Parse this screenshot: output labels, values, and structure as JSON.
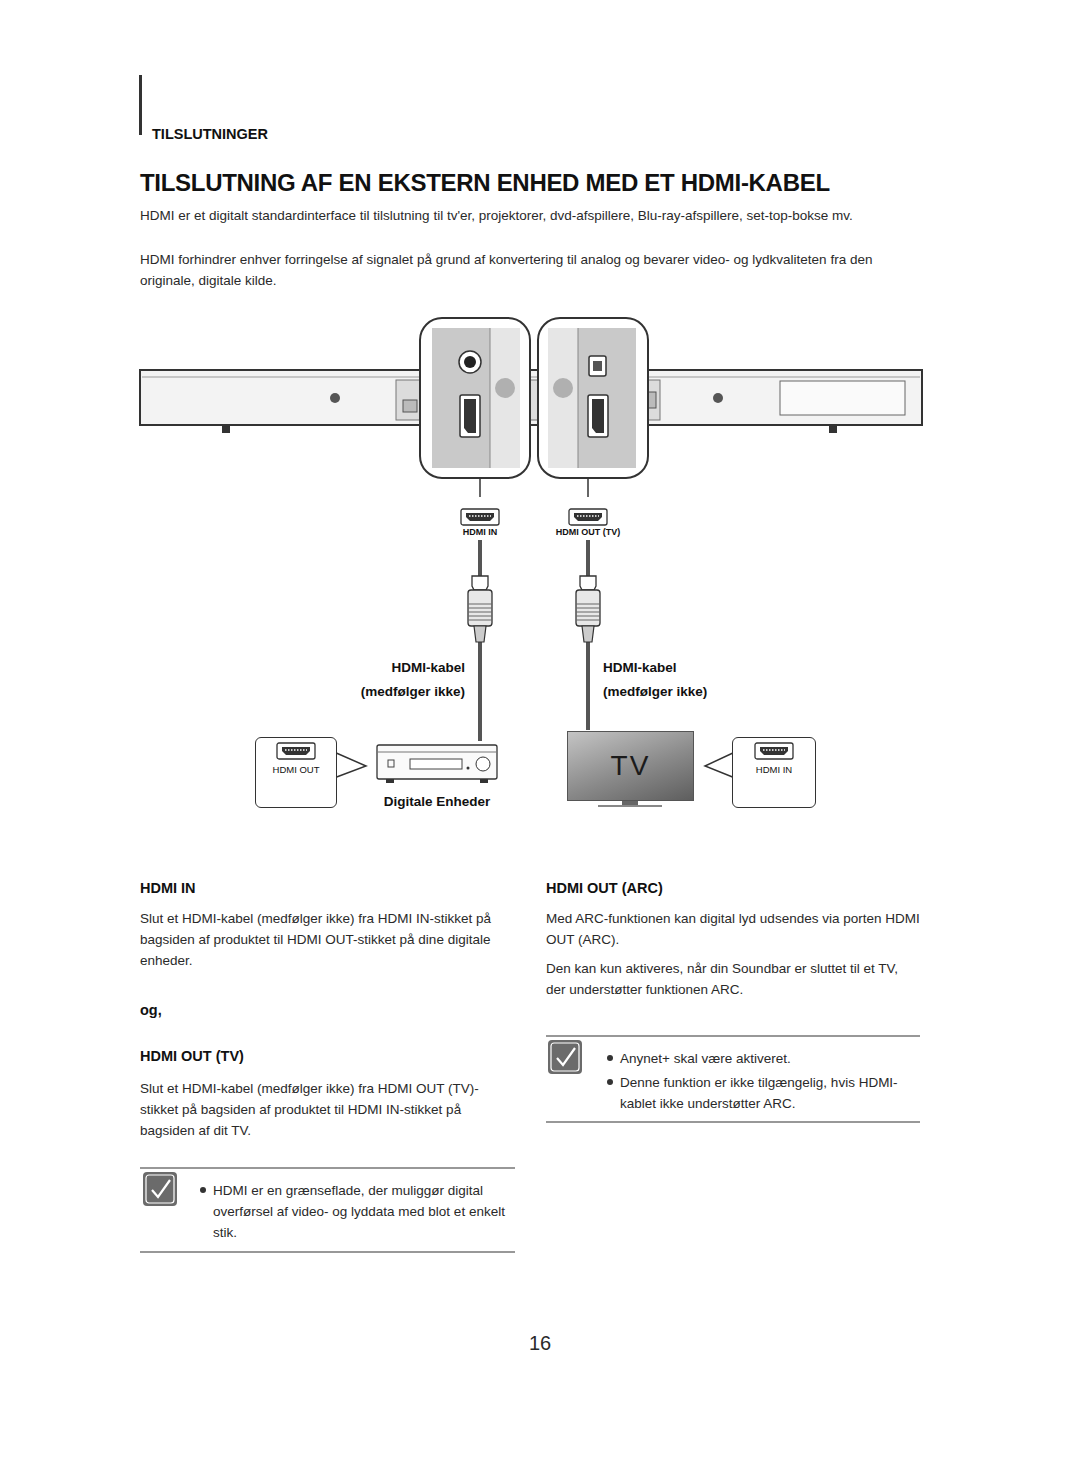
{
  "diagram": {
    "title": "TILSLUTNING AF EN EKSTERN ENHED MED ET HDMI-KABEL",
    "nodes": [
      {
        "text": [
          "HDMI IN"
        ]
      },
      {
        "text": [
          "HDMI OUT (TV)"
        ]
      },
      {
        "text": [
          "HDMI OUT"
        ]
      },
      {
        "text": [
          "Digitale Enheder"
        ]
      },
      {
        "text": [
          "TV"
        ]
      },
      {
        "text": [
          "HDMI IN"
        ]
      }
    ],
    "edges": [
      {
        "from": 0,
        "to": 3,
        "label": "HDMI-kabel (medfølger ikke)",
        "arrow": "none"
      },
      {
        "from": 1,
        "to": 4,
        "label": "HDMI-kabel (medfølger ikke)",
        "arrow": "none"
      }
    ],
    "labels": [
      "TILSLUTNINGER",
      "HDMI er et digitalt standardinterface til tilslutning til tv'er, projektorer, dvd-afspillere, Blu-ray-afspillere, set-top-bokse mv.",
      "HDMI forhindrer enhver forringelse af signalet på grund af konvertering til analog og bevarer video- og lydkvaliteten fra den originale, digitale kilde.",
      "HDMI IN",
      "Slut et HDMI-kabel (medfølger ikke) fra HDMI IN-stikket på bagsiden af produktet til HDMI OUT-stikket på dine digitale enheder.",
      "og,",
      "HDMI OUT (TV)",
      "Slut et HDMI-kabel (medfølger ikke) fra HDMI OUT (TV)-stikket på bagsiden af produktet til HDMI IN-stikket på bagsiden af dit TV.",
      "HDMI er en grænseflade, der muliggør digital overførsel af video- og lyddata med blot et enkelt stik.",
      "HDMI OUT (ARC)",
      "Med ARC-funktionen kan digital lyd udsendes via porten HDMI OUT (ARC).",
      "Den kan kun aktiveres, når din Soundbar er sluttet til et TV, der understøtter funktionen ARC.",
      "Anynet+ skal være aktiveret.",
      "Denne funktion er ikke tilgængelig, hvis HDMI-kablet ikke understøtter ARC.",
      "16"
    ]
  }
}
